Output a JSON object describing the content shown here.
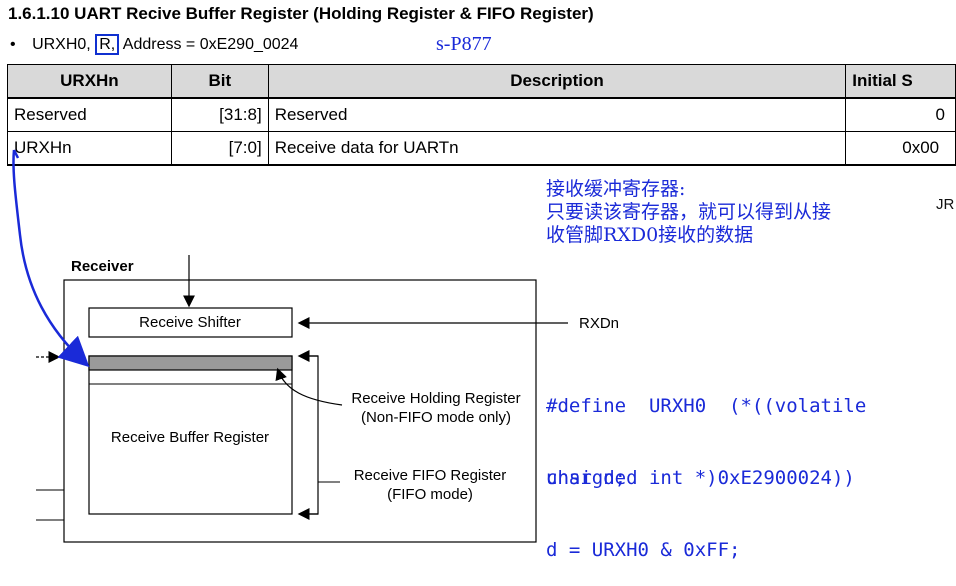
{
  "section": {
    "title": "1.6.1.10 UART Recive Buffer Register (Holding Register & FIFO Register)"
  },
  "register": {
    "bullet": "•",
    "name": "URXH0,",
    "access": "R,",
    "address": "Address = 0xE290_0024",
    "page_ref": "s-P877"
  },
  "table": {
    "headers": [
      "URXHn",
      "Bit",
      "Description",
      "Initial S"
    ],
    "rows": [
      [
        "Reserved",
        "[31:8]",
        "Reserved",
        "0"
      ],
      [
        "URXHn",
        "[7:0]",
        "Receive data for UARTn",
        "0x00"
      ]
    ]
  },
  "note_cn": {
    "line1": "接收缓冲寄存器:",
    "line2": "只要读该寄存器，就可以得到从接",
    "line3": "收管脚RXD0接收的数据"
  },
  "stray_text": "JR",
  "code": {
    "define_line1": "#define  URXH0  (*((volatile",
    "define_line2": "unsigned int *)0xE2900024))",
    "decl_line": "char d;",
    "assign_line": "d = URXH0 & 0xFF;"
  },
  "diagram": {
    "receiver_label": "Receiver",
    "shifter_label": "Receive Shifter",
    "rxd_label": "RXDn",
    "holding_label_1": "Receive Holding Register",
    "holding_label_2": "(Non-FIFO mode only)",
    "buffer_label": "Receive Buffer Register",
    "fifo_label_1": "Receive FIFO Register",
    "fifo_label_2": "(FIFO mode)"
  },
  "colors": {
    "annotation_blue": "#1a2ad8",
    "table_header_bg": "#d9d9d9",
    "holding_bar": "#9a9a9a"
  }
}
